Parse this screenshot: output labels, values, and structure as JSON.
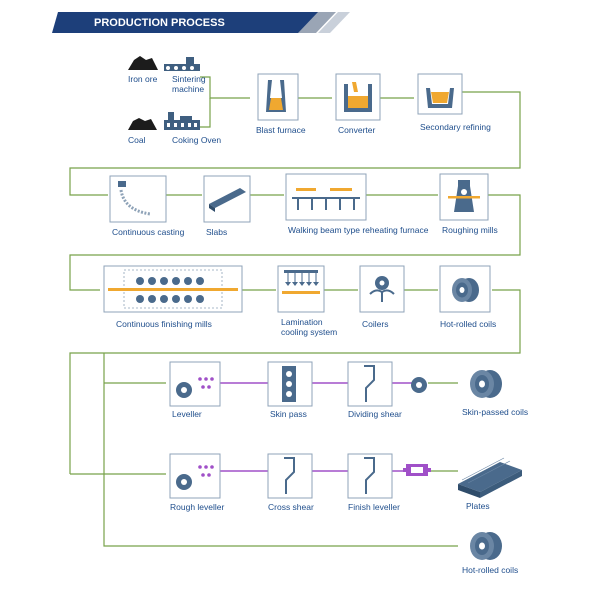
{
  "header": {
    "title": "PRODUCTION PROCESS"
  },
  "colors": {
    "banner": "#1d3f7a",
    "flow_line": "#78a24a",
    "label": "#1f4e8c",
    "box_border": "#8fa3b8",
    "molten": "#f0a830",
    "roller": "#4a6a8c",
    "strip_purple": "#a050c8"
  },
  "raw_materials": {
    "iron_ore": "Iron ore",
    "sintering_1": "Sintering",
    "sintering_2": "machine",
    "coal": "Coal",
    "coking_oven": "Coking Oven"
  },
  "row1": {
    "blast_furnace": "Blast furnace",
    "converter": "Converter",
    "secondary_refining": "Secondary refining"
  },
  "row2": {
    "continuous_casting": "Continuous casting",
    "slabs": "Slabs",
    "walking_beam": "Walking beam type reheating furnace",
    "roughing_mills": "Roughing mills"
  },
  "row3": {
    "continuous_finishing": "Continuous finishing mills",
    "lamination_1": "Lamination",
    "lamination_2": "cooling system",
    "coilers": "Coilers",
    "hot_rolled_coils": "Hot-rolled coils"
  },
  "row4": {
    "leveller": "Leveller",
    "skin_pass": "Skin pass",
    "dividing_shear": "Dividing shear",
    "skin_passed_coils": "Skin-passed coils"
  },
  "row5": {
    "rough_leveller": "Rough leveller",
    "cross_shear": "Cross shear",
    "finish_leveller": "Finish leveller",
    "plates": "Plates"
  },
  "row6": {
    "hot_rolled_coils": "Hot-rolled coils"
  }
}
